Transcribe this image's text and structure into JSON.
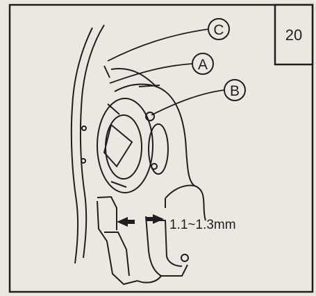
{
  "page_number": "20",
  "callouts": {
    "a": "A",
    "b": "B",
    "c": "C"
  },
  "dimension": "1.1~1.3mm",
  "colors": {
    "paper": "#ece8e1",
    "ink": "#1e1e1e"
  }
}
